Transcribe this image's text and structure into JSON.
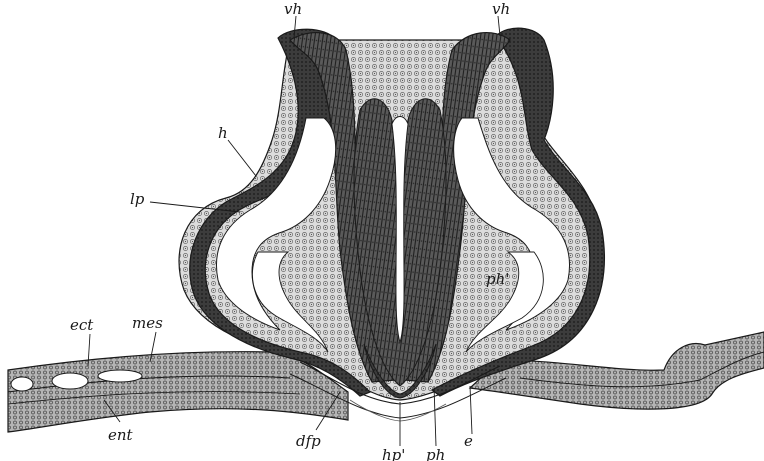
{
  "figure": {
    "labels": {
      "vh_left": "vh",
      "vh_right": "vh",
      "h": "h",
      "lp": "lp",
      "ph_prime": "ph'",
      "ect": "ect",
      "mes": "mes",
      "ent": "ent",
      "dfp": "dfp",
      "hp_prime": "hp'",
      "ph": "ph",
      "e": "e"
    },
    "colors": {
      "ink": "#1a1a1a",
      "dense_tissue": "#3c3c3c",
      "medium_tissue": "#8c8c8c",
      "light_tissue": "#dcdcdc",
      "paper": "#ffffff"
    }
  }
}
